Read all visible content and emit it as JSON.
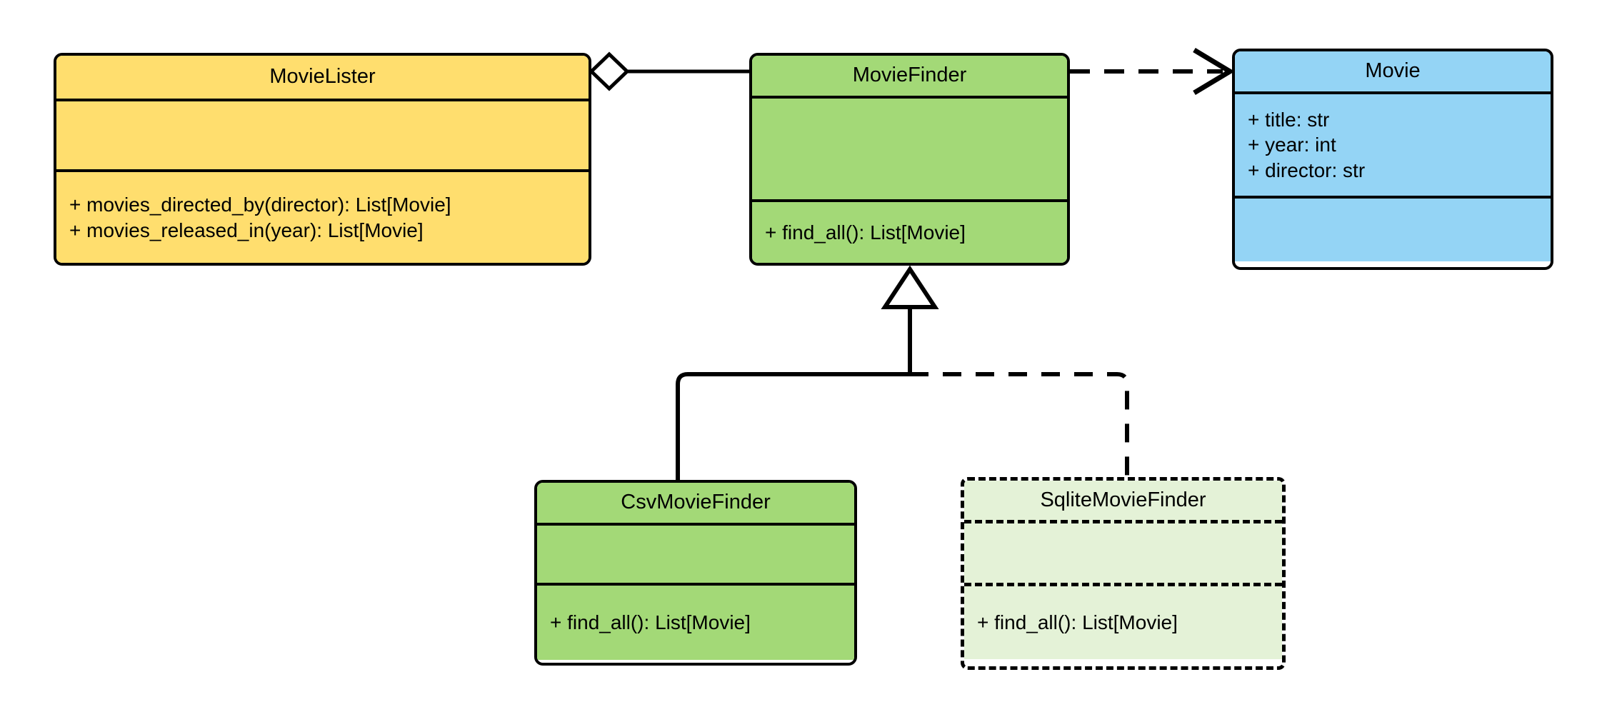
{
  "diagram": {
    "type": "uml-class-diagram",
    "background": "#ffffff",
    "stroke_color": "#000000"
  },
  "classes": [
    {
      "id": "movie-lister",
      "name": "MovieLister",
      "fill": "#FFDE6E",
      "border_style": "solid",
      "attributes": [],
      "methods": [
        "+ movies_directed_by(director): List[Movie]",
        "+ movies_released_in(year): List[Movie]"
      ]
    },
    {
      "id": "movie-finder",
      "name": "MovieFinder",
      "fill": "#A3D977",
      "border_style": "solid",
      "attributes": [],
      "methods": [
        "+ find_all(): List[Movie]"
      ]
    },
    {
      "id": "movie",
      "name": "Movie",
      "fill": "#94D4F5",
      "border_style": "solid",
      "attributes": [
        "+ title: str",
        "+ year: int",
        "+ director: str"
      ],
      "methods": []
    },
    {
      "id": "csv-movie-finder",
      "name": "CsvMovieFinder",
      "fill": "#A3D977",
      "border_style": "solid",
      "attributes": [],
      "methods": [
        "+ find_all(): List[Movie]"
      ]
    },
    {
      "id": "sqlite-movie-finder",
      "name": "SqliteMovieFinder",
      "fill": "#E4F2D7",
      "border_style": "dashed",
      "attributes": [],
      "methods": [
        "+ find_all(): List[Movie]"
      ]
    }
  ],
  "relationships": [
    {
      "id": "lister-finder-aggregation",
      "kind": "aggregation",
      "from": "MovieLister",
      "to": "MovieFinder",
      "line_style": "solid",
      "end_marker": "hollow-diamond"
    },
    {
      "id": "finder-movie-dependency",
      "kind": "dependency",
      "from": "MovieFinder",
      "to": "Movie",
      "line_style": "dashed",
      "end_marker": "open-arrow"
    },
    {
      "id": "csv-finder-generalization",
      "kind": "generalization",
      "from": "CsvMovieFinder",
      "to": "MovieFinder",
      "line_style": "solid",
      "end_marker": "hollow-triangle"
    },
    {
      "id": "sqlite-finder-generalization",
      "kind": "generalization",
      "from": "SqliteMovieFinder",
      "to": "MovieFinder",
      "line_style": "dashed",
      "end_marker": "hollow-triangle"
    }
  ]
}
